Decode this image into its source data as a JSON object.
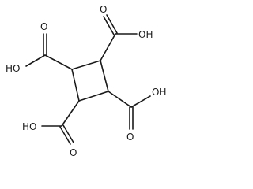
{
  "molecule": {
    "labels": {
      "o1": "O",
      "oh1": "OH",
      "o2": "O",
      "oh2": "HO",
      "o3": "O",
      "oh3": "OH",
      "o4": "O",
      "oh4": "HO"
    }
  }
}
